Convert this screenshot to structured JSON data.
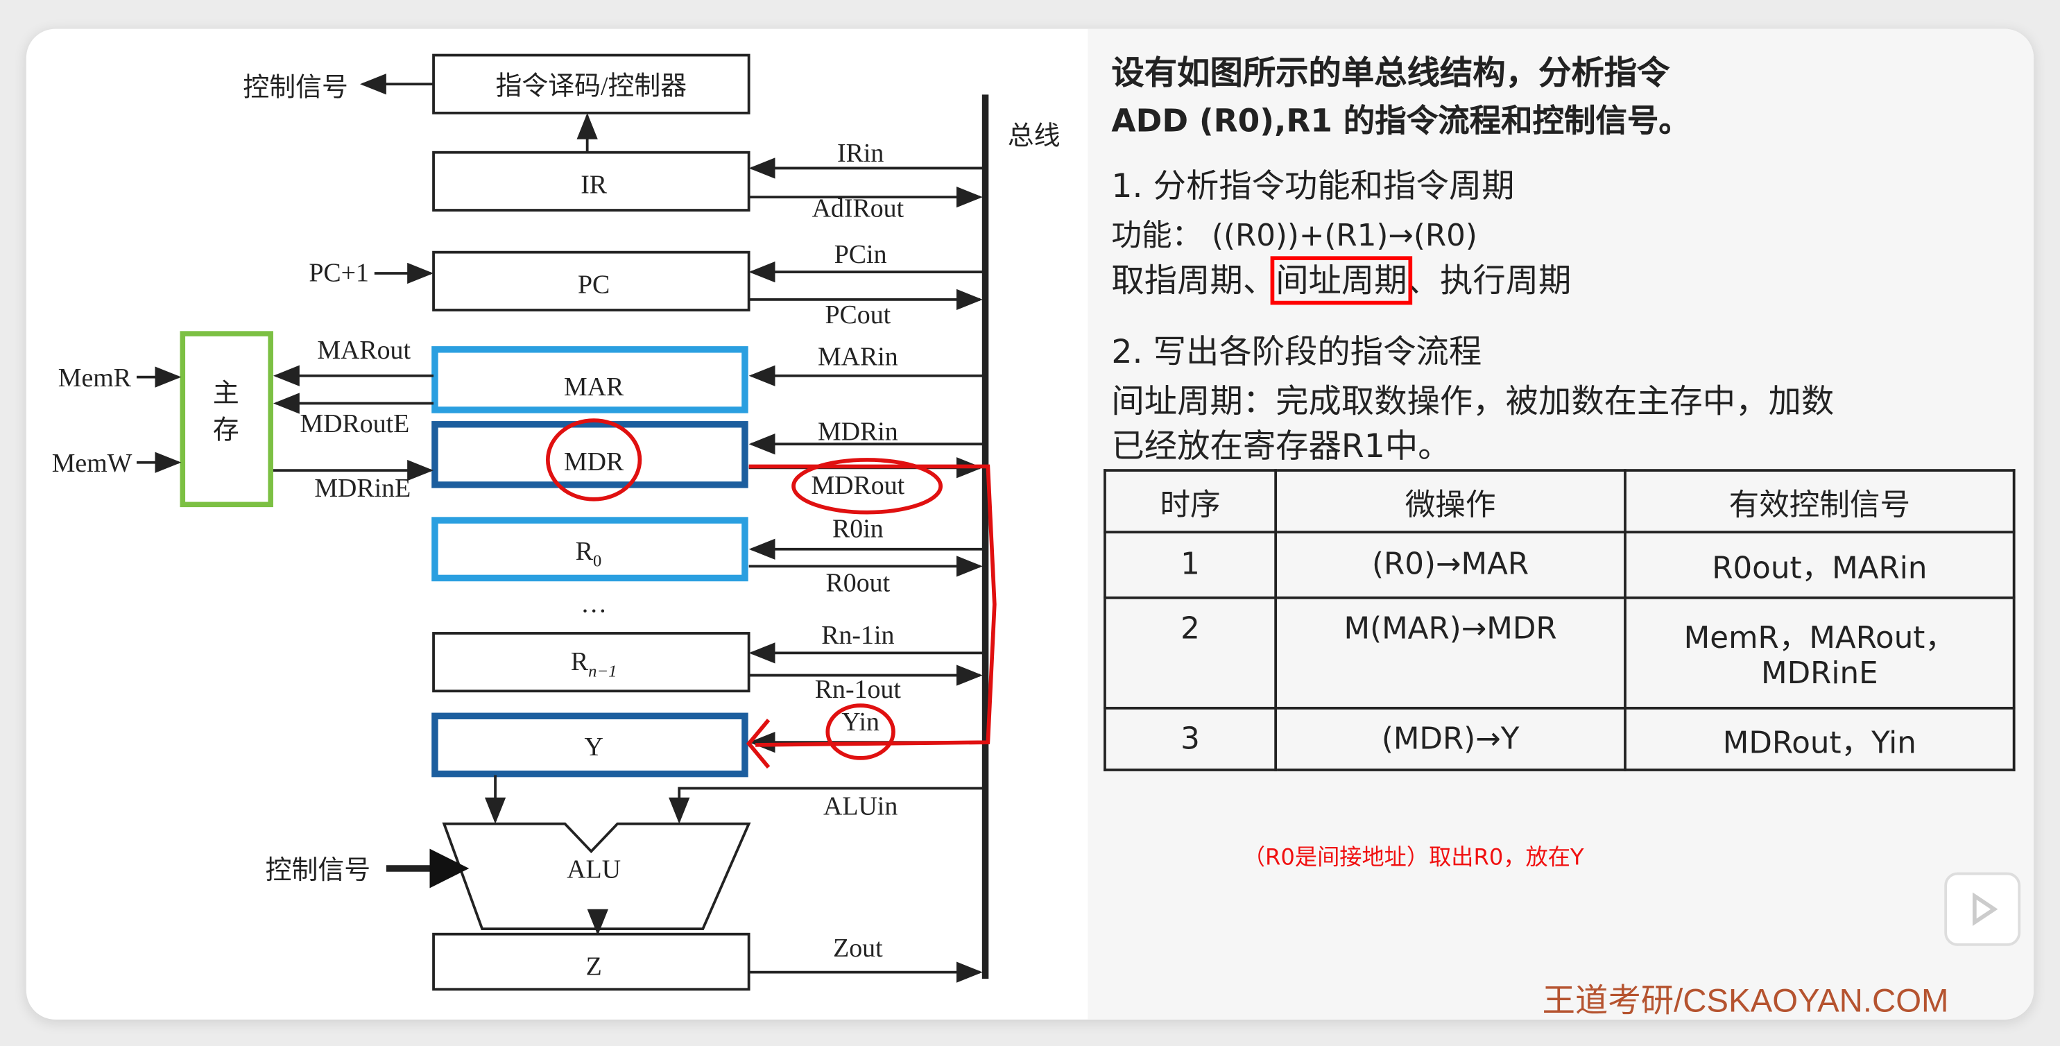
{
  "diagram": {
    "bus_label": "总线",
    "controller": "指令译码/控制器",
    "ctrl_signal_top": "控制信号",
    "ctrl_signal_alu": "控制信号",
    "memory": [
      "主",
      "存"
    ],
    "registers": {
      "ir": "IR",
      "pc": "PC",
      "mar": "MAR",
      "mdr": "MDR",
      "r0": "R",
      "r0_sub": "0",
      "dots": "…",
      "rn": "R",
      "rn_sub": "n−1",
      "y": "Y",
      "alu": "ALU",
      "z": "Z"
    },
    "signals": {
      "irin": "IRin",
      "adirout": "AdIRout",
      "pc_plus": "PC+1",
      "pcin": "PCin",
      "pcout": "PCout",
      "marin": "MARin",
      "mdrin": "MDRin",
      "mdrout": "MDRout",
      "r0in": "R0in",
      "r0out": "R0out",
      "rnin": "Rn-1in",
      "rnout": "Rn-1out",
      "yin": "Yin",
      "aluin": "ALUin",
      "zout": "Zout",
      "marout": "MARout",
      "mdroute": "MDRoutE",
      "mdrine": "MDRinE",
      "memr": "MemR",
      "memw": "MemW"
    }
  },
  "text": {
    "title1": "设有如图所示的单总线结构，分析指令",
    "title2": "ADD (R0),R1 的指令流程和控制信号。",
    "s1": "1.  分析指令功能和指令周期",
    "func": "功能：  ((R0))+(R1)→(R0)",
    "cycle_a": "取指周期、",
    "cycle_b": "间址周期",
    "cycle_c": "、执行周期",
    "s2": "2.  写出各阶段的指令流程",
    "desc1": "间址周期：完成取数操作，被加数在主存中，加数",
    "desc2": "已经放在寄存器R1中。"
  },
  "table": {
    "headers": [
      "时序",
      "微操作",
      "有效控制信号"
    ],
    "rows": [
      [
        "1",
        "(R0)→MAR",
        "R0out，MARin"
      ],
      [
        "2",
        "M(MAR)→MDR",
        "MemR，MARout，MDRinE"
      ],
      [
        "3",
        "(MDR)→Y",
        "MDRout，Yin"
      ]
    ]
  },
  "note": "（R0是间接地址）取出R0，放在Y",
  "watermark": "王道考研/CSKAOYAN.COM",
  "colors": {
    "light_blue": "#2a9fe0",
    "dark_blue": "#1c5e9e",
    "green": "#7cc043",
    "annotation_red": "#e01010",
    "watermark": "#b5532f"
  }
}
